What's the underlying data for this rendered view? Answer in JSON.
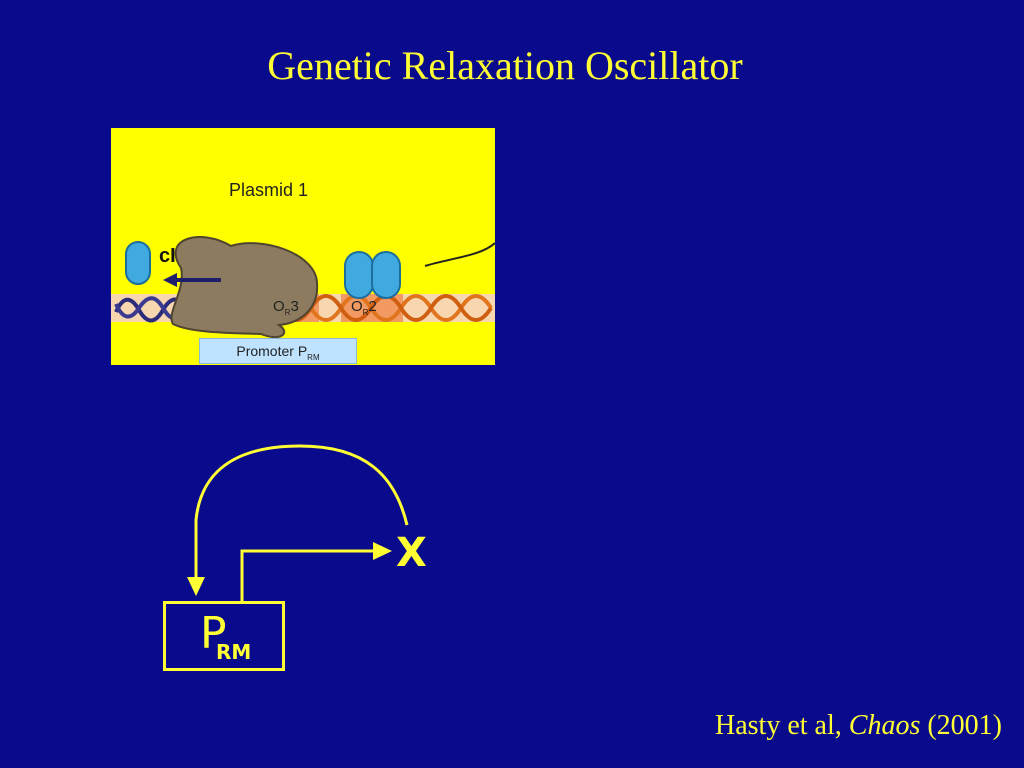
{
  "title": "Genetic Relaxation Oscillator",
  "diagram": {
    "plasmid_label": "Plasmid 1",
    "protein_label": "cI",
    "operator_3": {
      "letter": "O",
      "subscript": "R",
      "number": "3"
    },
    "operator_2": {
      "letter": "O",
      "subscript": "R",
      "number": "2"
    },
    "promoter": {
      "text": "Promoter P",
      "subscript": "RM"
    }
  },
  "circuit": {
    "output_label": "X",
    "promoter": {
      "letter": "P",
      "subscript": "RM"
    }
  },
  "citation": {
    "authors": "Hasty et al, ",
    "journal": "Chaos",
    "year": " (2001)"
  },
  "colors": {
    "background": "#0a0a8c",
    "accent": "#ffff33",
    "panel": "#ffff00"
  }
}
